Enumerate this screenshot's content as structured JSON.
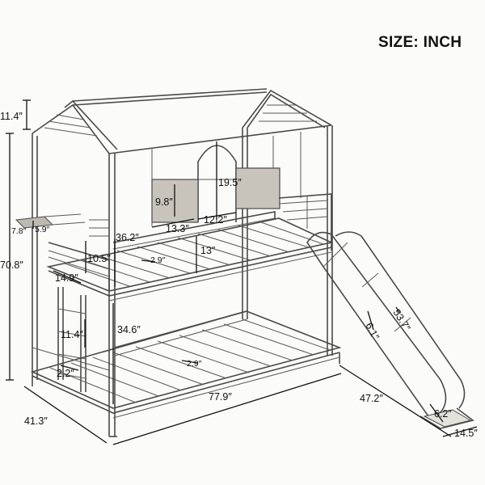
{
  "title": "SIZE: INCH",
  "dimensions": {
    "roof_height": "11.4″",
    "overall_height": "70.8″",
    "window_height": "19.5″",
    "guard_board_height": "9.8″",
    "window_width_left": "13.3″",
    "window_width_right": "12.2″",
    "shelf_depth": "7.8″",
    "shelf_width": "5.9″",
    "upper_rail_height": "36.2″",
    "upper_guardrail": "13″",
    "ladder_rail_upper": "10.5″",
    "slat_gap_upper": "2.9″",
    "ladder_width": "14.9″",
    "slide_length": "53.7″",
    "slide_width_top": "6.1″",
    "ladder_rung_spacing": "11.4″",
    "lower_clearance": "34.6″",
    "ladder_step_gap": "2.2″",
    "slat_gap_lower": "2.9″",
    "bed_length": "77.9″",
    "bed_width": "41.3″",
    "slide_footprint": "47.2″",
    "slide_end_width": "6.2″",
    "slide_base_width": "14.5″"
  }
}
